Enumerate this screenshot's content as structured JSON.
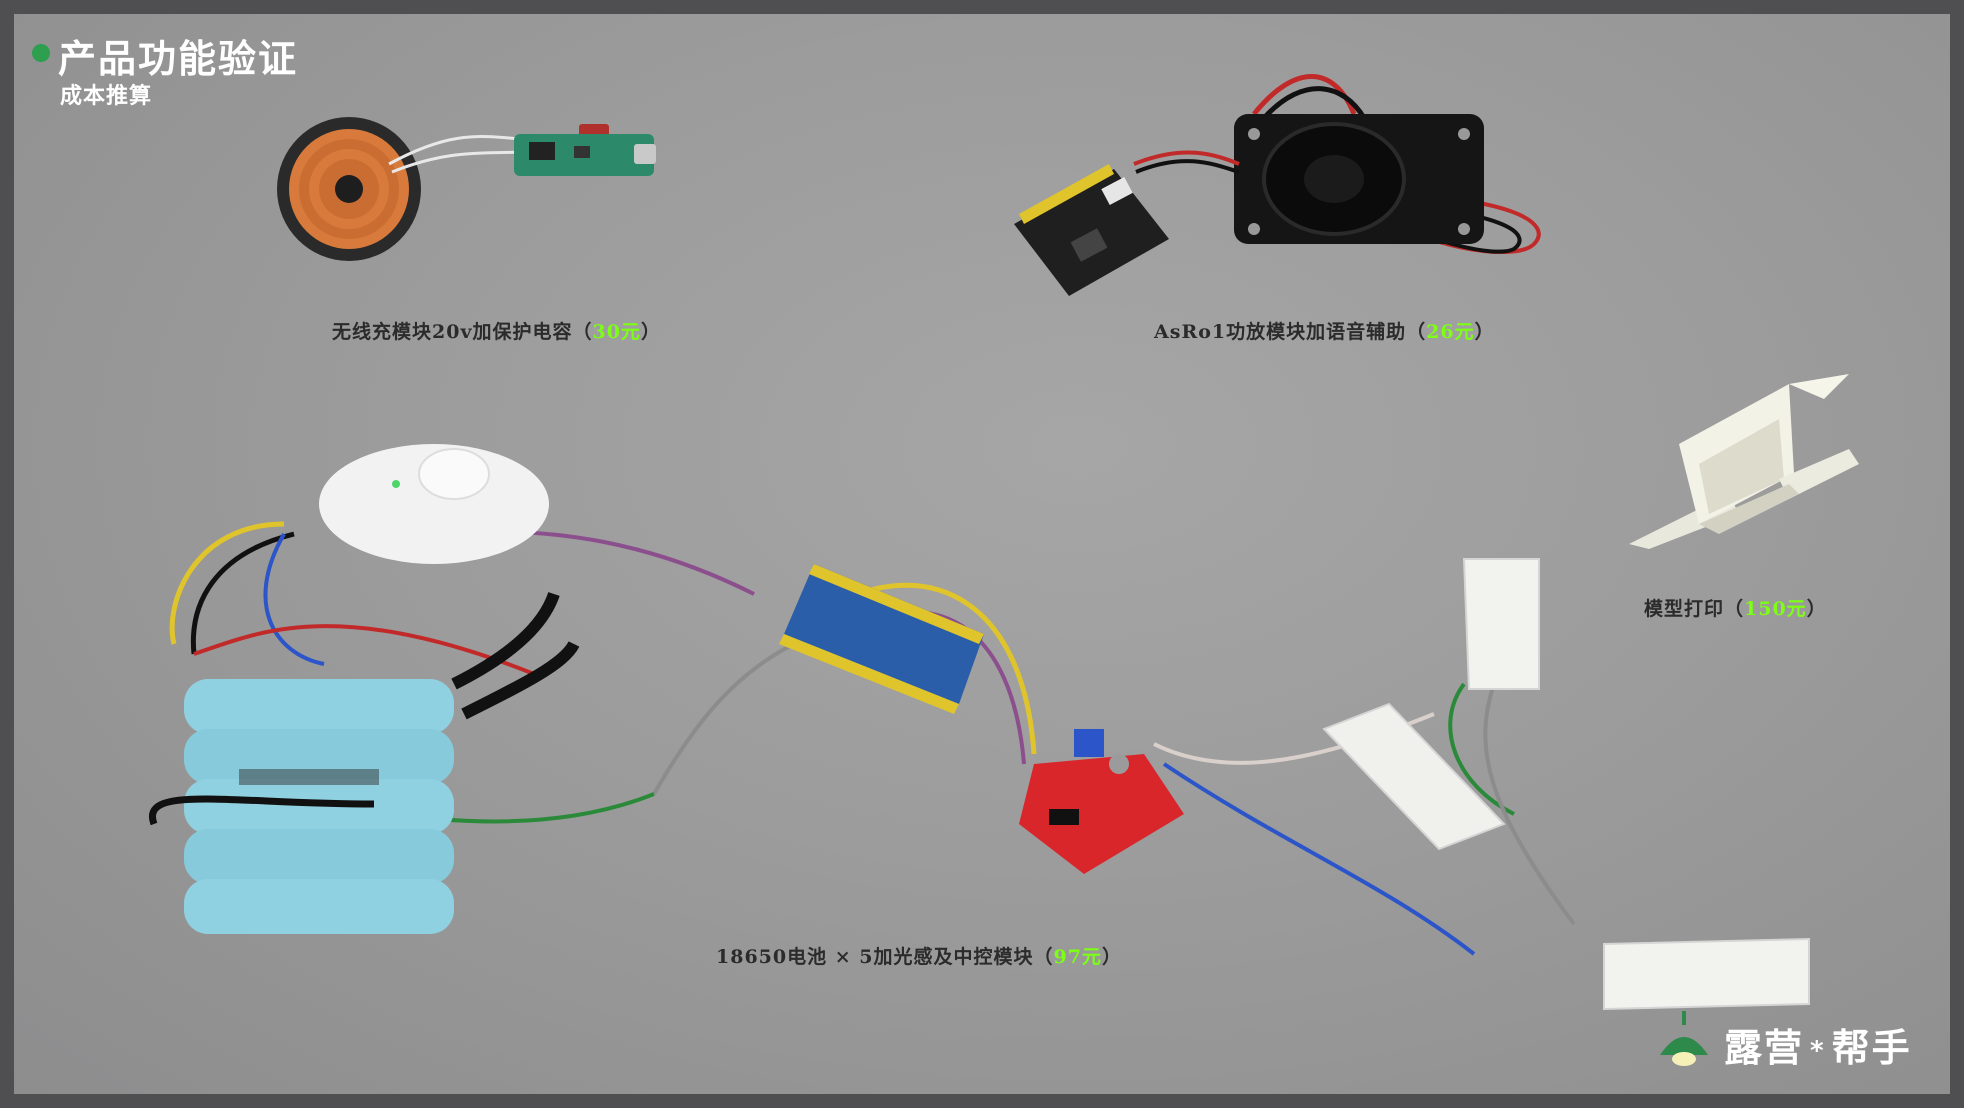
{
  "header": {
    "title": "产品功能验证",
    "subtitle": "成本推算"
  },
  "captions": [
    {
      "label": "无线充模块20v加保护电容（",
      "price": "30元",
      "close": "）"
    },
    {
      "label": "AsRo1功放模块加语音辅助（",
      "price": "26元",
      "close": "）"
    },
    {
      "label": "模型打印（",
      "price": "150元",
      "close": "）"
    },
    {
      "label": "18650电池 × 5加光感及中控模块（",
      "price": "97元",
      "close": "）"
    }
  ],
  "brand": {
    "left": "露营",
    "separator": "*",
    "right": "帮手"
  },
  "colors": {
    "accent": "#7cff12",
    "title_dot": "#2e9e4f",
    "brand_lamp": "#2d8a4a"
  },
  "icons": {
    "title_marker": "green-dot-icon",
    "brand_logo": "camping-lamp-icon"
  }
}
